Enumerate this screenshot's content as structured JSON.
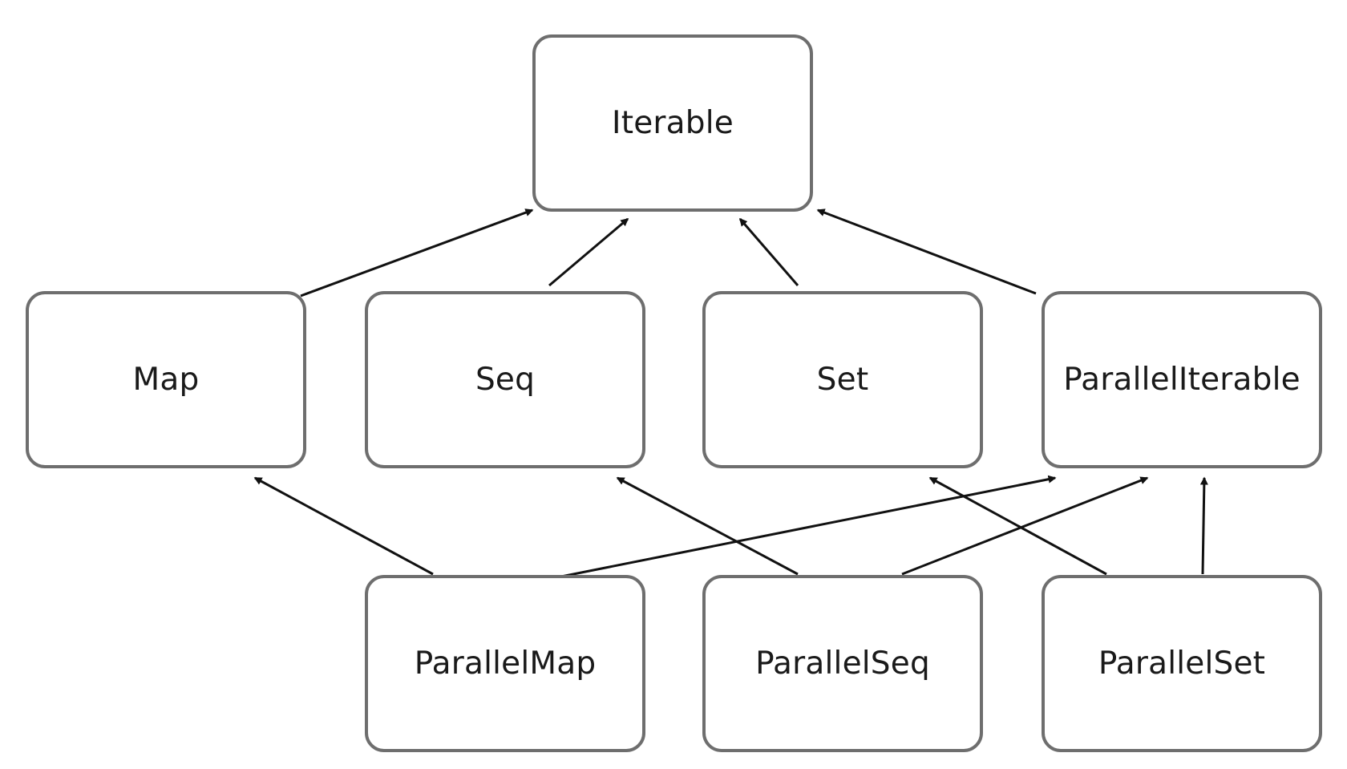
{
  "nodes": {
    "iterable": "Iterable",
    "map": "Map",
    "seq": "Seq",
    "set": "Set",
    "parallel_iterable": "ParallelIterable",
    "parallel_map": "ParallelMap",
    "parallel_seq": "ParallelSeq",
    "parallel_set": "ParallelSet"
  },
  "edges": [
    {
      "from": "map",
      "to": "iterable"
    },
    {
      "from": "seq",
      "to": "iterable"
    },
    {
      "from": "set",
      "to": "iterable"
    },
    {
      "from": "parallel_iterable",
      "to": "iterable"
    },
    {
      "from": "parallel_map",
      "to": "map"
    },
    {
      "from": "parallel_map",
      "to": "parallel_iterable"
    },
    {
      "from": "parallel_seq",
      "to": "seq"
    },
    {
      "from": "parallel_seq",
      "to": "parallel_iterable"
    },
    {
      "from": "parallel_set",
      "to": "set"
    },
    {
      "from": "parallel_set",
      "to": "parallel_iterable"
    }
  ],
  "colors": {
    "border": "#6e6e6e",
    "arrow": "#111111",
    "text": "#1a1a1a",
    "background": "#ffffff"
  }
}
